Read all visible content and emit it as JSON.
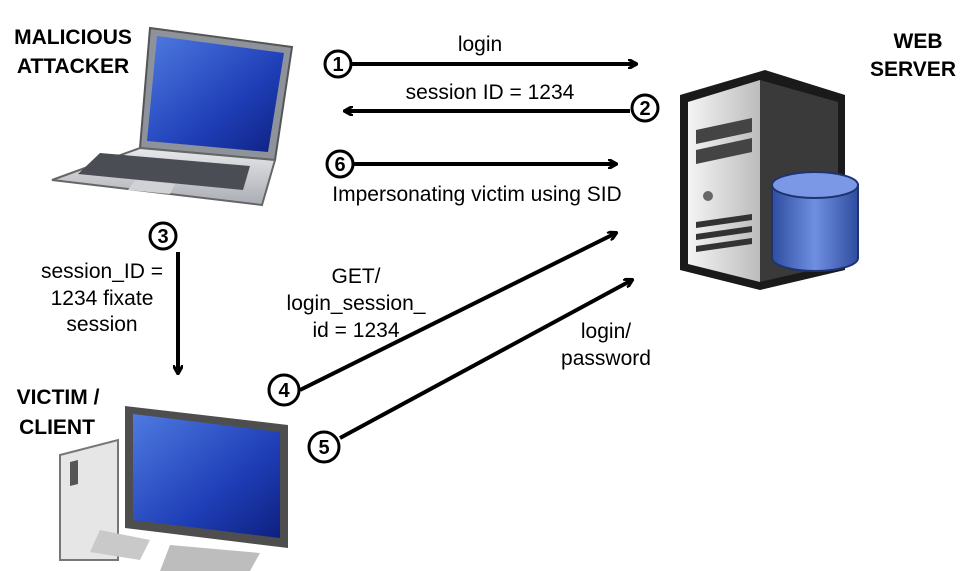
{
  "actors": {
    "attacker_line1": "MALICIOUS",
    "attacker_line2": "ATTACKER",
    "server_line1": "WEB",
    "server_line2": "SERVER",
    "victim_line1": "VICTIM /",
    "victim_line2": "CLIENT"
  },
  "steps": {
    "s1": {
      "num": "1",
      "label": "login"
    },
    "s2": {
      "num": "2",
      "label": "session ID = 1234"
    },
    "s3": {
      "num": "3",
      "lines": [
        "session_ID =",
        "1234 fixate",
        "session"
      ]
    },
    "s4": {
      "num": "4",
      "lines": [
        "GET/",
        "login_session_",
        "id = 1234"
      ]
    },
    "s5": {
      "num": "5",
      "lines": [
        "login/",
        "password"
      ]
    },
    "s6": {
      "num": "6",
      "label": "Impersonating victim using SID"
    }
  },
  "colors": {
    "arrow": "#000000",
    "screen_blue": "#1f3fb8",
    "laptop_body": "#c9ccd2",
    "server_body": "#2a2a2a",
    "database_blue": "#3f5fb0"
  }
}
